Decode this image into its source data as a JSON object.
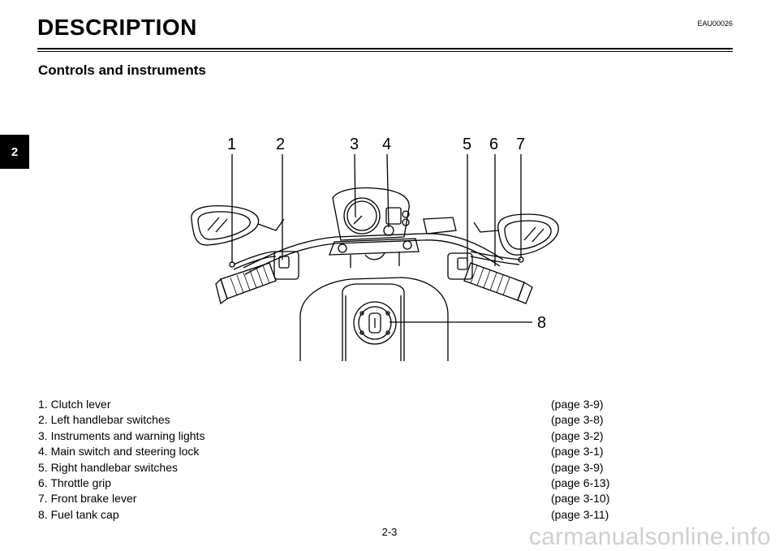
{
  "header": {
    "title": "DESCRIPTION",
    "code": "EAU00026",
    "subtitle": "Controls and instruments"
  },
  "side_tab": "2",
  "figure": {
    "callouts": [
      "1",
      "2",
      "3",
      "4",
      "5",
      "6",
      "7",
      "8"
    ]
  },
  "legend": [
    {
      "label": "1. Clutch lever",
      "page": "(page 3-9)"
    },
    {
      "label": "2. Left handlebar switches",
      "page": "(page 3-8)"
    },
    {
      "label": "3. Instruments and warning lights",
      "page": "(page 3-2)"
    },
    {
      "label": "4. Main switch and steering lock",
      "page": "(page 3-1)"
    },
    {
      "label": "5. Right handlebar switches",
      "page": "(page 3-9)"
    },
    {
      "label": "6. Throttle grip",
      "page": "(page 6-13)"
    },
    {
      "label": "7. Front brake lever",
      "page": "(page 3-10)"
    },
    {
      "label": "8. Fuel tank cap",
      "page": "(page 3-11)"
    }
  ],
  "footer": {
    "page_number": "2-3",
    "watermark": "carmanualsonline.info"
  }
}
